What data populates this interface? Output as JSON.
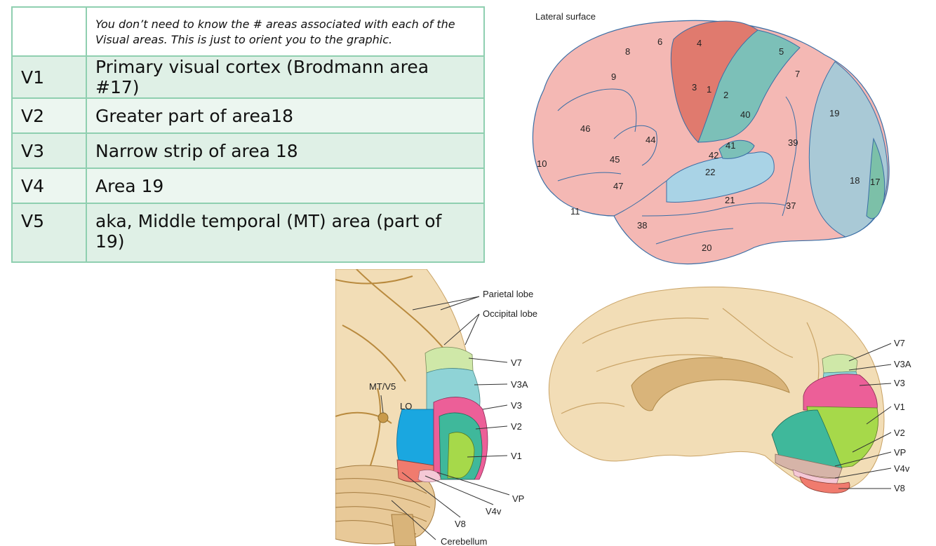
{
  "table": {
    "note": "You don’t need to know the # areas associated with each of the Visual areas. This is just to orient you to the graphic.",
    "rows": [
      {
        "code": "V1",
        "desc": "Primary visual cortex (Brodmann area #17)"
      },
      {
        "code": "V2",
        "desc": "Greater part of area18"
      },
      {
        "code": "V3",
        "desc": "Narrow strip of area 18"
      },
      {
        "code": "V4",
        "desc": "Area 19"
      },
      {
        "code": "V5",
        "desc": "aka, Middle temporal (MT) area (part of 19)"
      }
    ]
  },
  "lateral_figure": {
    "title": "Lateral surface",
    "areas": [
      "8",
      "6",
      "4",
      "5",
      "9",
      "3",
      "1",
      "2",
      "7",
      "46",
      "40",
      "19",
      "44",
      "41",
      "39",
      "42",
      "10",
      "45",
      "22",
      "47",
      "18",
      "17",
      "21",
      "11",
      "37",
      "38",
      "20"
    ]
  },
  "posterior_figure": {
    "labels": {
      "parietal": "Parietal lobe",
      "occipital": "Occipital lobe",
      "v7": "V7",
      "v3a": "V3A",
      "v3": "V3",
      "v2": "V2",
      "v1": "V1",
      "vp": "VP",
      "v4v": "V4v",
      "v8": "V8",
      "cerebellum": "Cerebellum",
      "mt": "MT/V5",
      "lo": "LO"
    }
  },
  "medial_figure": {
    "labels": {
      "v7": "V7",
      "v3a": "V3A",
      "v3": "V3",
      "v1": "V1",
      "v2": "V2",
      "vp": "VP",
      "v4v": "V4v",
      "v8": "V8"
    }
  },
  "colors": {
    "table_border": "#8fcfb0",
    "row_shade": "#dff0e6",
    "brain_pink": "#f4b8b4",
    "brain_blue": "#a9d3e6",
    "brain_teal": "#7cc0b8",
    "motor_red": "#e07a6e",
    "beige": "#f2ddb6",
    "v1_green": "#a6d94a",
    "v2_teal": "#3fb89b",
    "v3_pink": "#ec5f98",
    "v3a_cyan": "#8fd3d6",
    "v7_pale": "#cfe8a8",
    "lo_blue": "#1aa7e0",
    "v8_salmon": "#f07b6e"
  }
}
